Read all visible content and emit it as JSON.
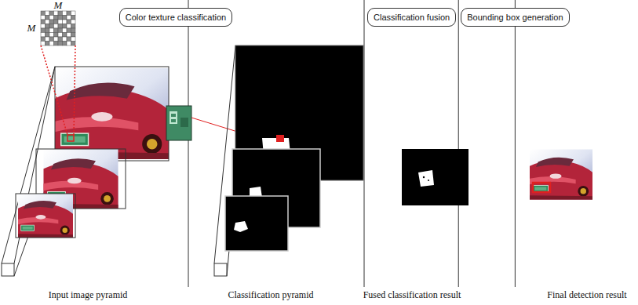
{
  "diagram": {
    "nodes": [
      {
        "text": [
          "Color texture classification"
        ]
      },
      {
        "text": [
          "Classification fusion"
        ]
      },
      {
        "text": [
          "Bounding box generation"
        ]
      }
    ],
    "labels": [
      "M",
      "M",
      "Input image pyramid",
      "Classification pyramid",
      "Fused classification result",
      "Final detection result"
    ]
  }
}
